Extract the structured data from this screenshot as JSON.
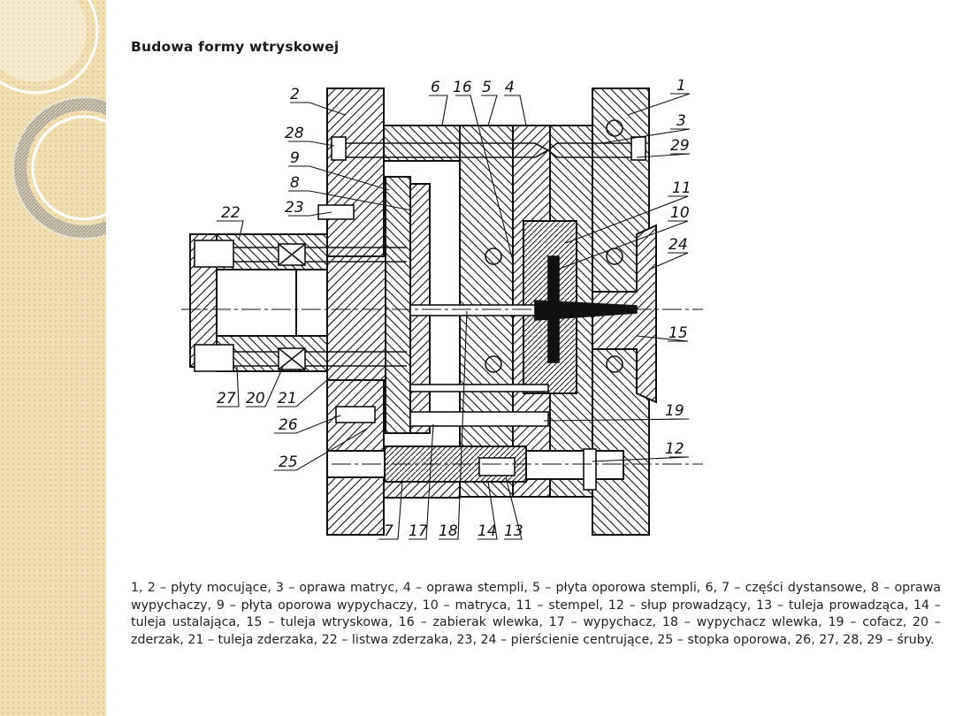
{
  "title": "Budowa formy wtryskowej",
  "labels": [
    "1",
    "2",
    "3",
    "4",
    "5",
    "6",
    "7",
    "8",
    "9",
    "10",
    "11",
    "12",
    "13",
    "14",
    "15",
    "16",
    "17",
    "18",
    "19",
    "20",
    "21",
    "22",
    "23",
    "24",
    "25",
    "26",
    "27",
    "28",
    "29"
  ],
  "caption": "1, 2 – płyty mocujące, 3 – oprawa matryc, 4 – oprawa stempli, 5 – płyta oporowa stempli, 6, 7 – części dystansowe, 8 – oprawa wypychaczy, 9 – płyta oporowa wypychaczy, 10 – matryca, 11 – stempel, 12 – słup prowadzący, 13 – tuleja prowadząca, 14 – tuleja ustalająca, 15 – tuleja wtryskowa, 16 – zabierak wlewka, 17 – wypychacz, 18 – wypychacz wlewka, 19 – cofacz, 20 – zderzak, 21 – tuleja zderzaka, 22 – listwa zderzaka, 23, 24 – pierścienie centrujące, 25 – stopka oporowa, 26, 27, 28, 29 – śruby."
}
